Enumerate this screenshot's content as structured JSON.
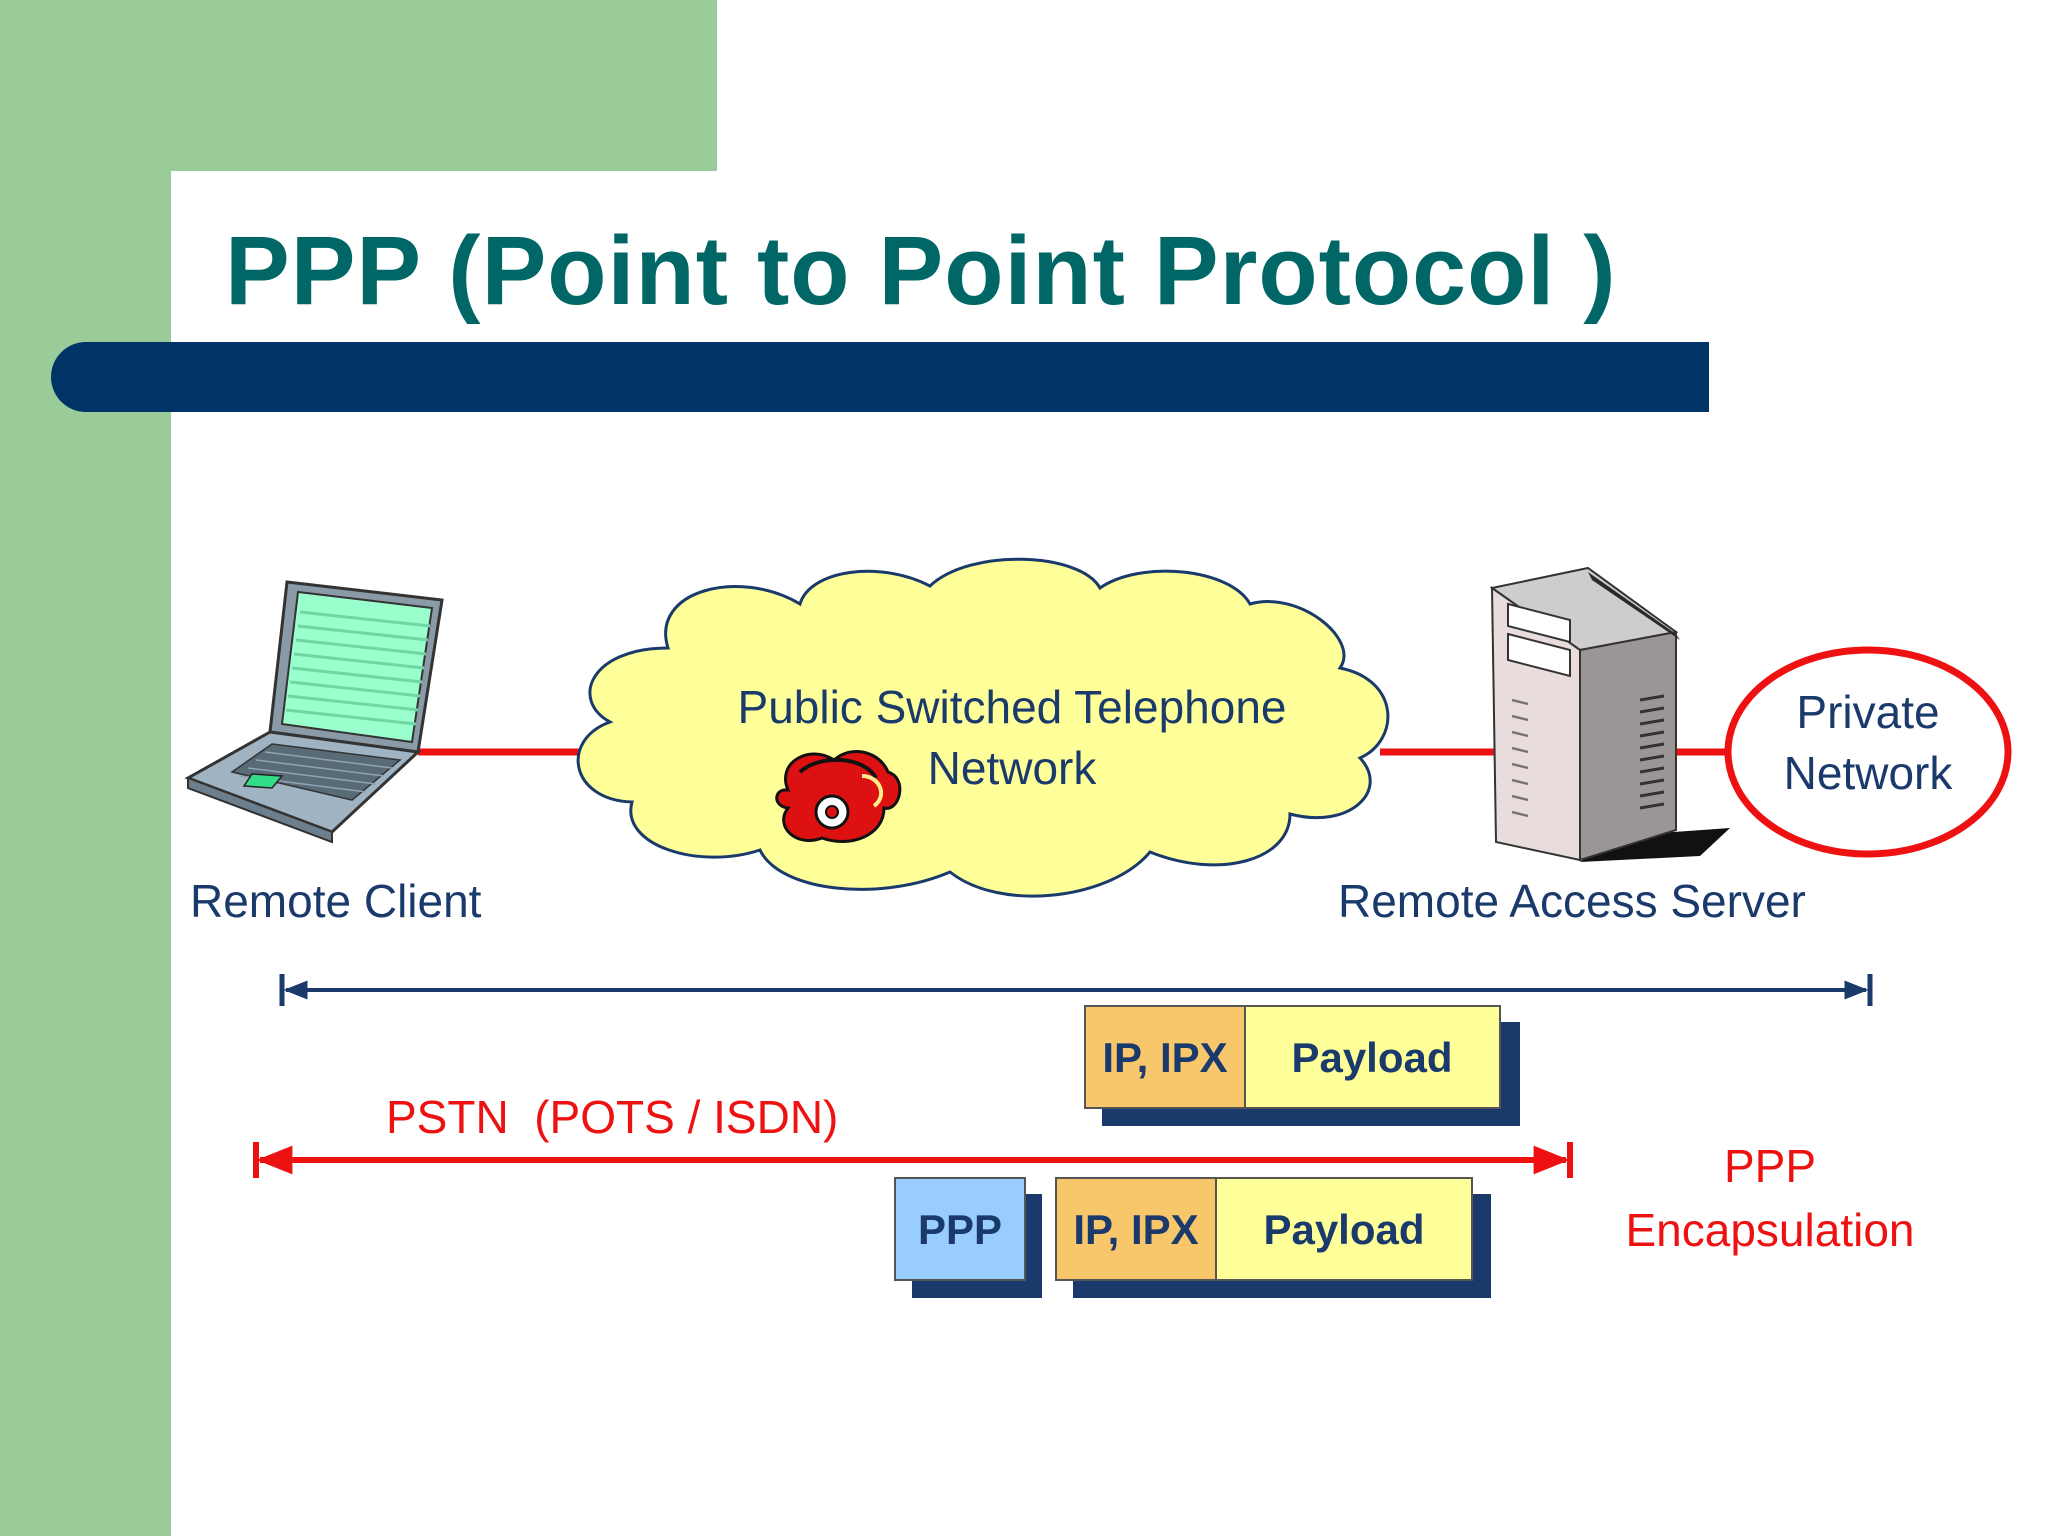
{
  "slide": {
    "title": "PPP (Point to Point Protocol )"
  },
  "diagram": {
    "nodes": {
      "remote_client": "Remote Client",
      "pstn_cloud_line1": "Public Switched Telephone",
      "pstn_cloud_line2": "Network",
      "remote_access_server": "Remote Access Server",
      "private_network_line1": "Private",
      "private_network_line2": "Network"
    },
    "pstn_span_label": "PSTN  (POTS / ISDN)",
    "upper_frame": {
      "header": "IP, IPX",
      "payload": "Payload"
    },
    "lower_frame": {
      "ppp": "PPP",
      "header": "IP, IPX",
      "payload": "Payload"
    },
    "encapsulation_line1": "PPP",
    "encapsulation_line2": "Encapsulation",
    "icons": [
      "laptop-icon",
      "telephone-icon",
      "server-tower-icon",
      "cloud-shape"
    ],
    "colors": {
      "title": "#006666",
      "navy": "#003366",
      "text_blue": "#1a3a6b",
      "red": "#ee1111",
      "cloud_fill": "#ffff99",
      "orange": "#f9c76b",
      "yellow": "#ffff99",
      "light_blue": "#99ccff",
      "green_band": "#99cc99"
    }
  }
}
